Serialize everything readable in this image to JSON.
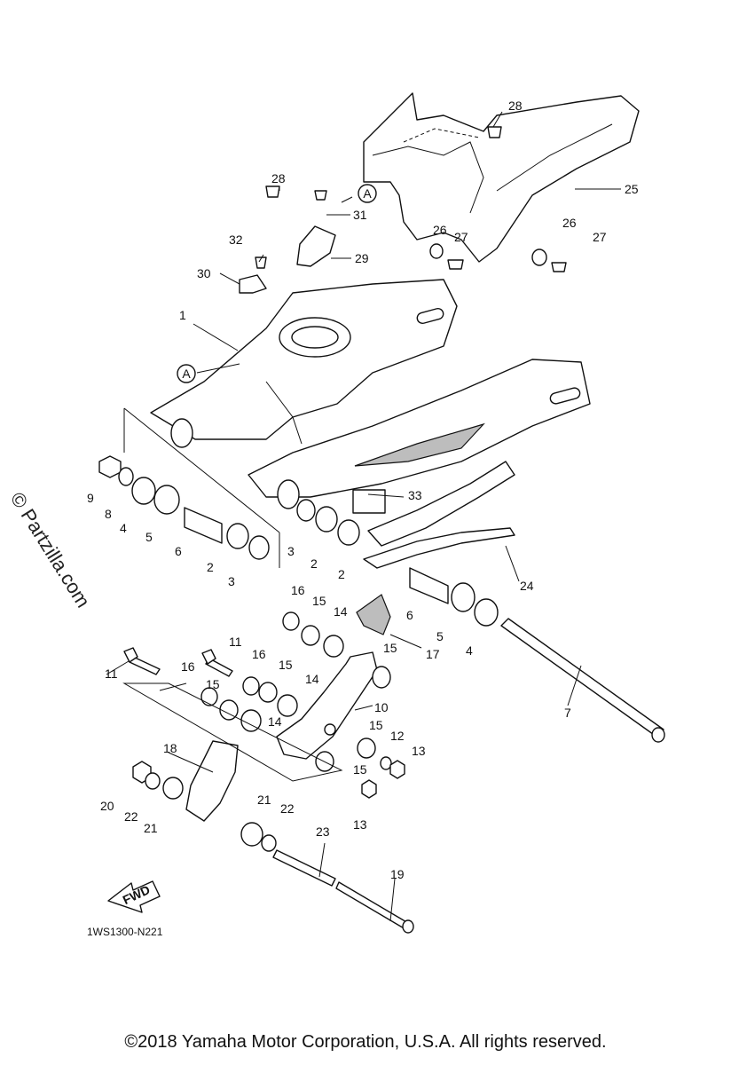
{
  "watermark": "© Partzilla.com",
  "diagram_code": "1WS1300-N221",
  "copyright": "©2018 Yamaha Motor Corporation, U.S.A. All rights reserved.",
  "fwd_label": "FWD",
  "ref_marker": "A",
  "callouts": [
    "1",
    "2",
    "3",
    "4",
    "5",
    "6",
    "7",
    "8",
    "9",
    "10",
    "11",
    "12",
    "13",
    "14",
    "15",
    "16",
    "17",
    "18",
    "19",
    "20",
    "21",
    "22",
    "23",
    "24",
    "25",
    "26",
    "27",
    "28",
    "29",
    "30",
    "31",
    "32",
    "33"
  ]
}
